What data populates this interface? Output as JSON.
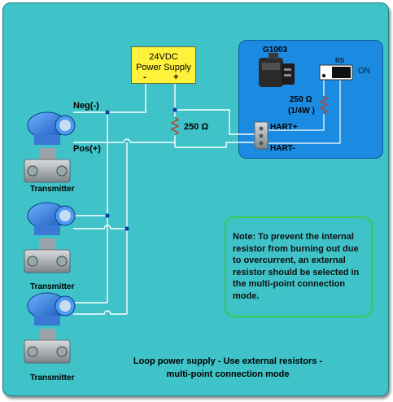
{
  "power_supply": {
    "line1": "24VDC",
    "line2": "Power Supply",
    "minus": "-",
    "plus": "+"
  },
  "wires": {
    "neg": "Neg(-)",
    "pos": "Pos(+)"
  },
  "resistor_main": {
    "label": "250 Ω"
  },
  "module": {
    "model": "G1003",
    "switch_label": "RS",
    "switch_state": "ON",
    "resistor_value": "250 Ω",
    "resistor_rating": "(1/4W )",
    "hart_plus": "HART+",
    "hart_minus": "HART-"
  },
  "transmitters": [
    {
      "label": "Transmitter"
    },
    {
      "label": "Transmitter"
    },
    {
      "label": "Transmitter"
    }
  ],
  "note": "Note: To prevent the internal resistor from burning out due to overcurrent, an external resistor should be selected in the multi-point connection mode.",
  "caption": {
    "line1": "Loop power supply - Use external resistors -",
    "line2": "multi-point connection mode"
  },
  "colors": {
    "background": "#3fc2c8",
    "module": "#1a8be0",
    "power_supply": "#fff23a",
    "note_border": "#3ec94b",
    "transmitter_body": "#2d7fe0"
  }
}
